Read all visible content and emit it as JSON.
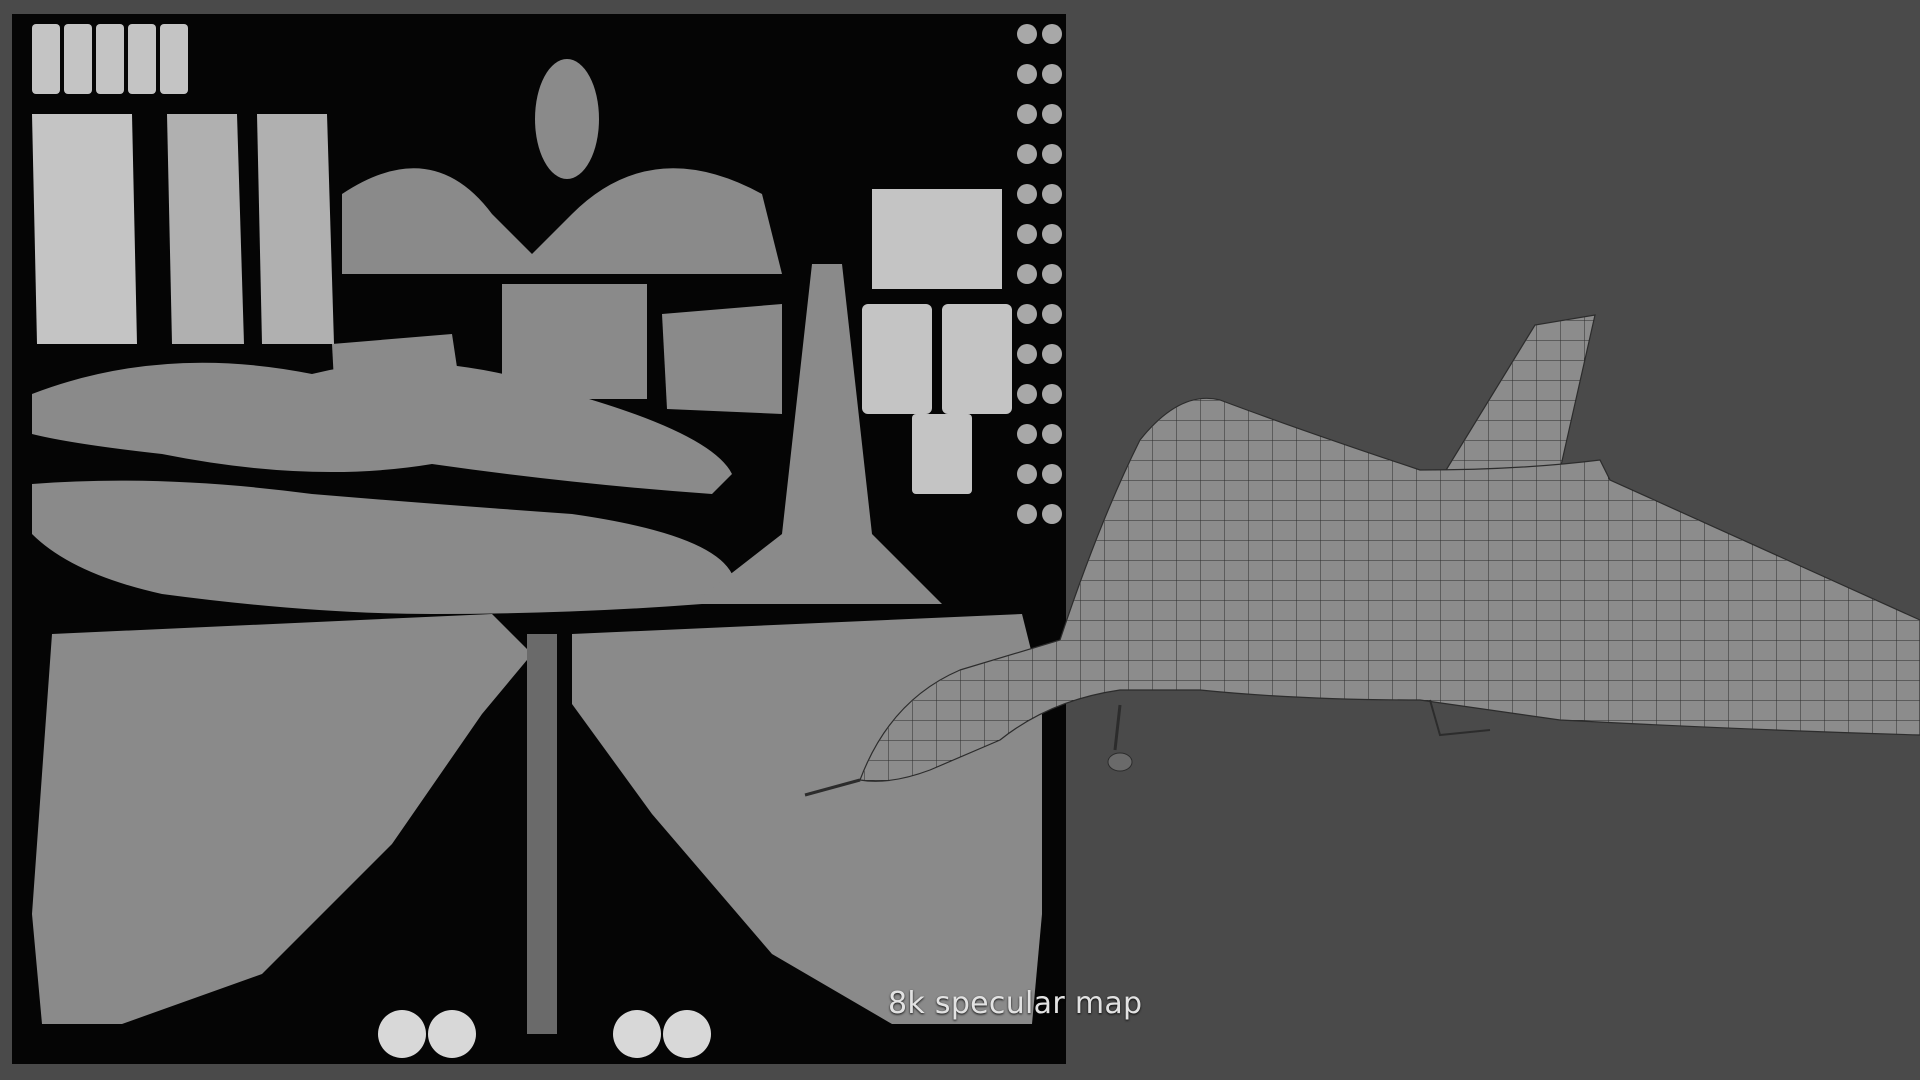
{
  "caption": "8k specular map",
  "colors": {
    "background": "#4a4a4a",
    "uv_background": "#050505",
    "uv_island": "#8a8a8a",
    "uv_island_light": "#c4c4c4",
    "wireframe": "#2c2c2c",
    "model_surface": "#8c8c8c"
  },
  "icons": {
    "uv_map": "uv-texture-atlas",
    "model": "delta-wing-bomber-wireframe"
  }
}
